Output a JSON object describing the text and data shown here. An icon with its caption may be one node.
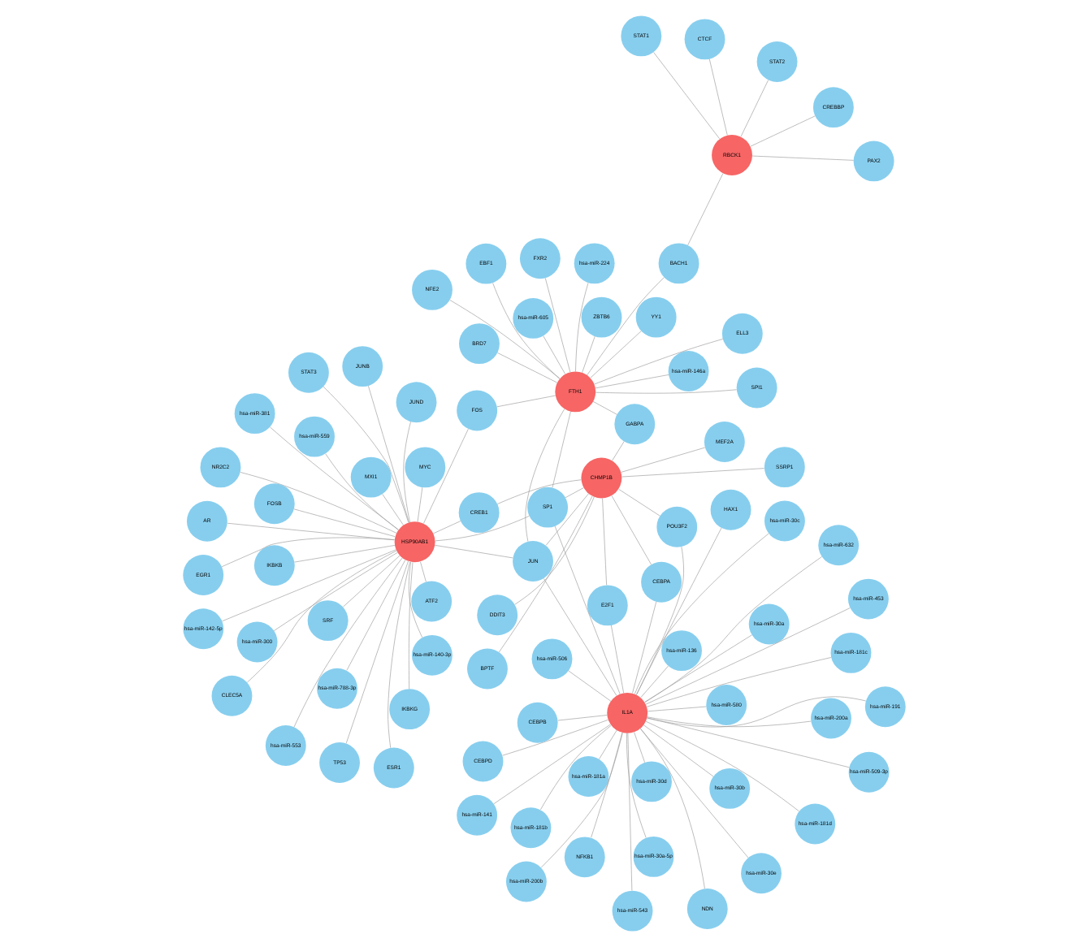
{
  "diagram": {
    "nodes": [
      {
        "text": [
          "hsa-miR-141"
        ]
      },
      {
        "text": [
          "hsa-miR-200a"
        ]
      },
      {
        "text": [
          "hsa-miR-543"
        ]
      },
      {
        "text": [
          "hsa-miR-136"
        ]
      },
      {
        "text": [
          "hsa-miR-580"
        ]
      },
      {
        "text": [
          "hsa-miR-181a"
        ]
      },
      {
        "text": [
          "hsa-miR-200b"
        ]
      },
      {
        "text": [
          "hsa-miR-509-3p"
        ]
      },
      {
        "text": [
          "NFKB1"
        ]
      },
      {
        "text": [
          "hsa-miR-30e"
        ]
      },
      {
        "text": [
          "hsa-miR-30a-5p"
        ]
      },
      {
        "text": [
          "CEBPD"
        ]
      },
      {
        "text": [
          "hsa-miR-191"
        ]
      },
      {
        "text": [
          "hsa-miR-181c"
        ]
      },
      {
        "text": [
          "hsa-miR-30c"
        ]
      },
      {
        "text": [
          "hsa-miR-30b"
        ]
      },
      {
        "text": [
          "hsa-miR-181d"
        ]
      },
      {
        "text": [
          "hsa-miR-506"
        ]
      },
      {
        "text": [
          "IL1A"
        ]
      },
      {
        "text": [
          "CEBPB"
        ]
      },
      {
        "text": [
          "hsa-miR-30d"
        ]
      },
      {
        "text": [
          "hsa-miR-181b"
        ]
      },
      {
        "text": [
          "hsa-miR-30a"
        ]
      },
      {
        "text": [
          "hsa-miR-632"
        ]
      },
      {
        "text": [
          "HAX1"
        ]
      },
      {
        "text": [
          "NDN"
        ]
      },
      {
        "text": [
          "hsa-miR-453"
        ]
      },
      {
        "text": [
          "EBF1"
        ]
      },
      {
        "text": [
          "hsa-miR-605"
        ]
      },
      {
        "text": [
          "CREBBP"
        ]
      },
      {
        "text": [
          "hsa-miR-224"
        ]
      },
      {
        "text": [
          "hsa-miR-146a"
        ]
      },
      {
        "text": [
          "BRD7"
        ]
      },
      {
        "text": [
          "E2F1"
        ]
      },
      {
        "text": [
          "CEBPA"
        ]
      },
      {
        "text": [
          "PAX2"
        ]
      },
      {
        "text": [
          "ZBTB6"
        ]
      },
      {
        "text": [
          "POU3F2"
        ]
      },
      {
        "text": [
          "STAT1"
        ]
      },
      {
        "text": [
          "RBCK1"
        ]
      },
      {
        "text": [
          "BACH1"
        ]
      },
      {
        "text": [
          "FTH1"
        ]
      },
      {
        "text": [
          "GABPA"
        ]
      },
      {
        "text": [
          "YY1"
        ]
      },
      {
        "text": [
          "SP1"
        ]
      },
      {
        "text": [
          "JUN"
        ]
      },
      {
        "text": [
          "CHMP1B"
        ]
      },
      {
        "text": [
          "SSRP1"
        ]
      },
      {
        "text": [
          "SPI1"
        ]
      },
      {
        "text": [
          "STAT2"
        ]
      },
      {
        "text": [
          "NFE2"
        ]
      },
      {
        "text": [
          "ELL3"
        ]
      },
      {
        "text": [
          "FXR2"
        ]
      },
      {
        "text": [
          "MEF2A"
        ]
      },
      {
        "text": [
          "CTCF"
        ]
      },
      {
        "text": [
          "DDIT3"
        ]
      },
      {
        "text": [
          "BPTF"
        ]
      },
      {
        "text": [
          "FOS"
        ]
      },
      {
        "text": [
          "CREB1"
        ]
      },
      {
        "text": [
          "NR2C2"
        ]
      },
      {
        "text": [
          "hsa-miR-381"
        ]
      },
      {
        "text": [
          "STAT3"
        ]
      },
      {
        "text": [
          "hsa-miR-142-5p"
        ]
      },
      {
        "text": [
          "JUND"
        ]
      },
      {
        "text": [
          "hsa-miR-140-3p"
        ]
      },
      {
        "text": [
          "IKBKB"
        ]
      },
      {
        "text": [
          "HSP90AB1"
        ]
      },
      {
        "text": [
          "MYC"
        ]
      },
      {
        "text": [
          "ESR1"
        ]
      },
      {
        "text": [
          "AR"
        ]
      },
      {
        "text": [
          "TP53"
        ]
      },
      {
        "text": [
          "JUNB"
        ]
      },
      {
        "text": [
          "hsa-miR-559"
        ]
      },
      {
        "text": [
          "EGR1"
        ]
      },
      {
        "text": [
          "hsa-miR-788-3p"
        ]
      },
      {
        "text": [
          "IKBKG"
        ]
      },
      {
        "text": [
          "MXI1"
        ]
      },
      {
        "text": [
          "hsa-miR-553"
        ]
      },
      {
        "text": [
          "hsa-miR-300"
        ]
      },
      {
        "text": [
          "ATF2"
        ]
      },
      {
        "text": [
          "FOSB"
        ]
      },
      {
        "text": [
          "CLEC5A"
        ]
      },
      {
        "text": [
          "SRF"
        ]
      }
    ],
    "edges": [
      {
        "from": 39,
        "to": 29,
        "arrow": "none"
      },
      {
        "from": 39,
        "to": 35,
        "arrow": "none"
      },
      {
        "from": 39,
        "to": 38,
        "arrow": "none"
      },
      {
        "from": 39,
        "to": 49,
        "arrow": "none"
      },
      {
        "from": 39,
        "to": 54,
        "arrow": "none"
      },
      {
        "from": 39,
        "to": 40,
        "arrow": "none"
      },
      {
        "from": 41,
        "to": 40,
        "arrow": "none"
      },
      {
        "from": 41,
        "to": 27,
        "arrow": "none"
      },
      {
        "from": 41,
        "to": 28,
        "arrow": "none"
      },
      {
        "from": 41,
        "to": 30,
        "arrow": "none"
      },
      {
        "from": 41,
        "to": 31,
        "arrow": "none"
      },
      {
        "from": 41,
        "to": 32,
        "arrow": "none"
      },
      {
        "from": 41,
        "to": 36,
        "arrow": "none"
      },
      {
        "from": 41,
        "to": 43,
        "arrow": "none"
      },
      {
        "from": 41,
        "to": 50,
        "arrow": "none"
      },
      {
        "from": 41,
        "to": 52,
        "arrow": "none"
      },
      {
        "from": 41,
        "to": 51,
        "arrow": "none"
      },
      {
        "from": 41,
        "to": 57,
        "arrow": "none"
      },
      {
        "from": 41,
        "to": 42,
        "arrow": "none"
      },
      {
        "from": 41,
        "to": 48,
        "arrow": "none"
      },
      {
        "from": 41,
        "to": 44,
        "arrow": "none"
      },
      {
        "from": 41,
        "to": 45,
        "arrow": "none"
      },
      {
        "from": 18,
        "to": 0,
        "arrow": "none"
      },
      {
        "from": 18,
        "to": 1,
        "arrow": "none"
      },
      {
        "from": 18,
        "to": 2,
        "arrow": "none"
      },
      {
        "from": 18,
        "to": 3,
        "arrow": "none"
      },
      {
        "from": 18,
        "to": 4,
        "arrow": "none"
      },
      {
        "from": 18,
        "to": 5,
        "arrow": "none"
      },
      {
        "from": 18,
        "to": 6,
        "arrow": "none"
      },
      {
        "from": 18,
        "to": 7,
        "arrow": "none"
      },
      {
        "from": 18,
        "to": 8,
        "arrow": "none"
      },
      {
        "from": 18,
        "to": 9,
        "arrow": "none"
      },
      {
        "from": 18,
        "to": 10,
        "arrow": "none"
      },
      {
        "from": 18,
        "to": 11,
        "arrow": "none"
      },
      {
        "from": 18,
        "to": 12,
        "arrow": "none"
      },
      {
        "from": 18,
        "to": 13,
        "arrow": "none"
      },
      {
        "from": 18,
        "to": 14,
        "arrow": "none"
      },
      {
        "from": 18,
        "to": 15,
        "arrow": "none"
      },
      {
        "from": 18,
        "to": 16,
        "arrow": "none"
      },
      {
        "from": 18,
        "to": 17,
        "arrow": "none"
      },
      {
        "from": 18,
        "to": 19,
        "arrow": "none"
      },
      {
        "from": 18,
        "to": 20,
        "arrow": "none"
      },
      {
        "from": 18,
        "to": 21,
        "arrow": "none"
      },
      {
        "from": 18,
        "to": 22,
        "arrow": "none"
      },
      {
        "from": 18,
        "to": 23,
        "arrow": "none"
      },
      {
        "from": 18,
        "to": 24,
        "arrow": "none"
      },
      {
        "from": 18,
        "to": 25,
        "arrow": "none"
      },
      {
        "from": 18,
        "to": 26,
        "arrow": "none"
      },
      {
        "from": 18,
        "to": 37,
        "arrow": "none"
      },
      {
        "from": 18,
        "to": 34,
        "arrow": "none"
      },
      {
        "from": 18,
        "to": 33,
        "arrow": "none"
      },
      {
        "from": 18,
        "to": 45,
        "arrow": "none"
      },
      {
        "from": 18,
        "to": 44,
        "arrow": "none"
      },
      {
        "from": 46,
        "to": 33,
        "arrow": "none"
      },
      {
        "from": 46,
        "to": 34,
        "arrow": "none"
      },
      {
        "from": 46,
        "to": 37,
        "arrow": "none"
      },
      {
        "from": 46,
        "to": 47,
        "arrow": "none"
      },
      {
        "from": 46,
        "to": 53,
        "arrow": "none"
      },
      {
        "from": 46,
        "to": 55,
        "arrow": "none"
      },
      {
        "from": 46,
        "to": 56,
        "arrow": "none"
      },
      {
        "from": 46,
        "to": 58,
        "arrow": "none"
      },
      {
        "from": 46,
        "to": 45,
        "arrow": "none"
      },
      {
        "from": 46,
        "to": 42,
        "arrow": "none"
      },
      {
        "from": 46,
        "to": 44,
        "arrow": "none"
      },
      {
        "from": 66,
        "to": 60,
        "arrow": "none"
      },
      {
        "from": 66,
        "to": 57,
        "arrow": "none"
      },
      {
        "from": 66,
        "to": 59,
        "arrow": "none"
      },
      {
        "from": 66,
        "to": 44,
        "arrow": "none"
      },
      {
        "from": 66,
        "to": 45,
        "arrow": "none"
      },
      {
        "from": 66,
        "to": 61,
        "arrow": "none"
      },
      {
        "from": 66,
        "to": 58,
        "arrow": "none"
      },
      {
        "from": 66,
        "to": 62,
        "arrow": "none"
      },
      {
        "from": 66,
        "to": 63,
        "arrow": "none"
      },
      {
        "from": 66,
        "to": 64,
        "arrow": "none"
      },
      {
        "from": 66,
        "to": 65,
        "arrow": "none"
      },
      {
        "from": 66,
        "to": 69,
        "arrow": "none"
      },
      {
        "from": 66,
        "to": 72,
        "arrow": "none"
      },
      {
        "from": 66,
        "to": 73,
        "arrow": "none"
      },
      {
        "from": 66,
        "to": 77,
        "arrow": "none"
      },
      {
        "from": 66,
        "to": 74,
        "arrow": "none"
      },
      {
        "from": 66,
        "to": 78,
        "arrow": "none"
      },
      {
        "from": 66,
        "to": 79,
        "arrow": "none"
      },
      {
        "from": 66,
        "to": 82,
        "arrow": "none"
      },
      {
        "from": 66,
        "to": 81,
        "arrow": "none"
      },
      {
        "from": 66,
        "to": 76,
        "arrow": "none"
      },
      {
        "from": 66,
        "to": 80,
        "arrow": "none"
      },
      {
        "from": 66,
        "to": 75,
        "arrow": "none"
      },
      {
        "from": 66,
        "to": 70,
        "arrow": "none"
      },
      {
        "from": 66,
        "to": 71,
        "arrow": "none"
      },
      {
        "from": 66,
        "to": 67,
        "arrow": "none"
      },
      {
        "from": 66,
        "to": 68,
        "arrow": "none"
      }
    ]
  }
}
